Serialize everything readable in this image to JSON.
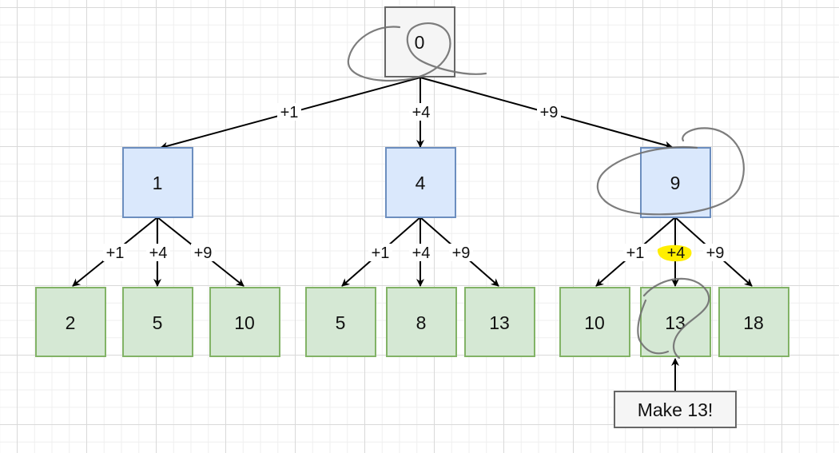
{
  "diagram": {
    "root": {
      "label": "0"
    },
    "level1": [
      {
        "label": "1",
        "edge": "+1"
      },
      {
        "label": "4",
        "edge": "+4"
      },
      {
        "label": "9",
        "edge": "+9"
      }
    ],
    "level2": [
      {
        "label": "2",
        "edge": "+1"
      },
      {
        "label": "5",
        "edge": "+4"
      },
      {
        "label": "10",
        "edge": "+9"
      },
      {
        "label": "5",
        "edge": "+1"
      },
      {
        "label": "8",
        "edge": "+4"
      },
      {
        "label": "13",
        "edge": "+9"
      },
      {
        "label": "10",
        "edge": "+1"
      },
      {
        "label": "13",
        "edge": "+4"
      },
      {
        "label": "18",
        "edge": "+9"
      }
    ],
    "callout": {
      "label": "Make 13!"
    }
  },
  "colors": {
    "root_fill": "#f5f5f5",
    "root_stroke": "#666666",
    "level1_fill": "#dae8fc",
    "level1_stroke": "#6c8ebf",
    "level2_fill": "#d5e8d4",
    "level2_stroke": "#82b366",
    "highlight": "#ffee00",
    "callout_fill": "#f5f5f5",
    "callout_stroke": "#666666"
  }
}
